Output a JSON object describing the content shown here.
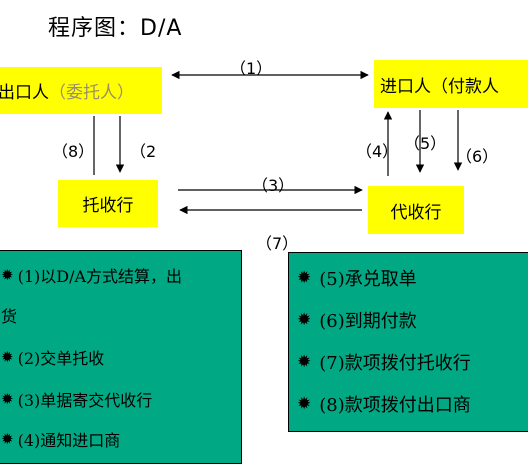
{
  "title": "程序图：D/A",
  "nodes": {
    "exporter": {
      "main": "出口人",
      "paren": "（委托人）"
    },
    "importer": {
      "main": "进口人",
      "paren": "（付款人"
    },
    "remitting_bank": "托收行",
    "collecting_bank": "代收行"
  },
  "step_labels": {
    "s1": "（1）",
    "s2": "（2",
    "s3": "（3）",
    "s4": "（4）",
    "s5": "（5）",
    "s6": "（6）",
    "s7": "（7）",
    "s8": "（8）"
  },
  "left_panel": {
    "bullet": "✹",
    "items": [
      "(1)以D/A方式结算，出",
      "货",
      "(2)交单托收",
      "(3)单据寄交代收行",
      "(4)通知进口商"
    ]
  },
  "right_panel": {
    "bullet": "✹",
    "items": [
      "(5)承兑取单",
      "(6)到期付款",
      "(7)款项拨付托收行",
      "(8)款项拨付出口商"
    ]
  },
  "colors": {
    "node_fill": "#ffff00",
    "panel_fill": "#00a884",
    "paren_text": "#9a8f6a"
  }
}
